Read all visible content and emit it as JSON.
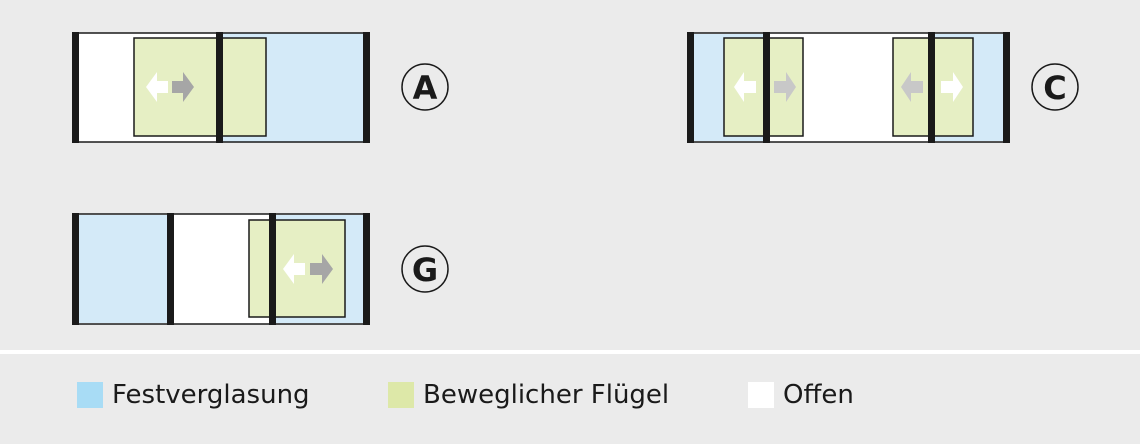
{
  "colors": {
    "fixed": "#d4eaf8",
    "movable": "#e6efc4",
    "open": "#ffffff",
    "legend_fixed": "#a8dcf5",
    "legend_movable": "#dde8a8",
    "frame": "#1a1a1a",
    "arrow_gray": "#a6a6a6"
  },
  "diagrams": [
    {
      "label": "A"
    },
    {
      "label": "C"
    },
    {
      "label": "G"
    }
  ],
  "legend": [
    {
      "label": "Festverglasung"
    },
    {
      "label": "Beweglicher Flügel"
    },
    {
      "label": "Offen"
    }
  ]
}
